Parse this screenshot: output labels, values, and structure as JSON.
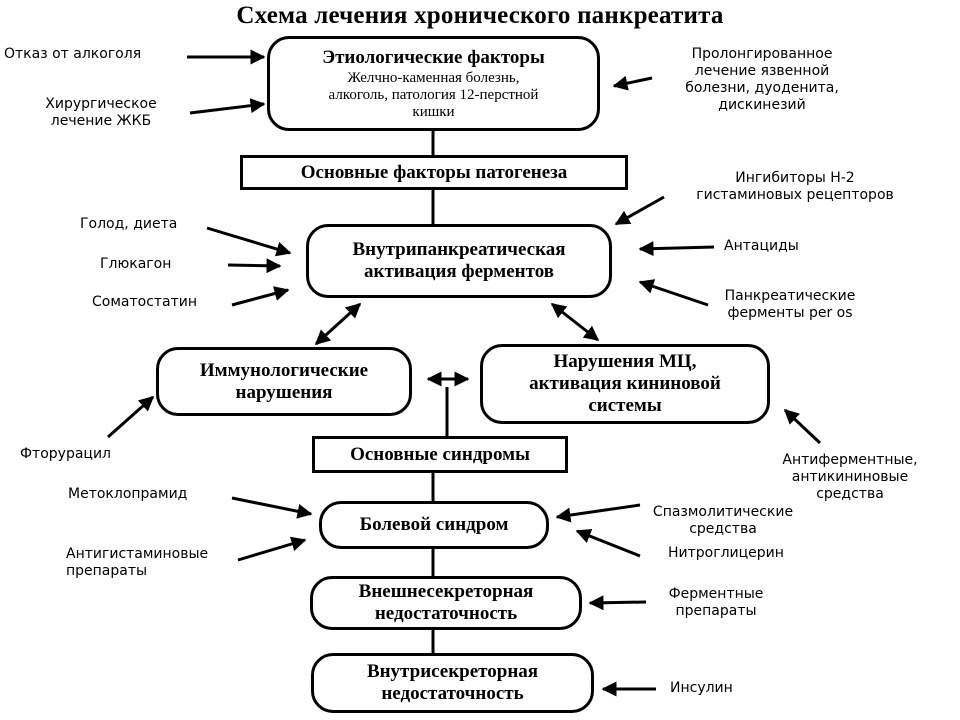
{
  "title": "Схема лечения хронического панкреатита",
  "nodes": {
    "etiology_title": "Этиологические факторы",
    "etiology_text": "Желчно-каменная болезнь,\nалкоголь, патология 12-перстной\nкишки",
    "pathogenesis": "Основные факторы патогенеза",
    "activation": "Внутрипанкреатическая\nактивация ферментов",
    "immuno": "Иммунологические\nнарушения",
    "microcirculation": "Нарушения МЦ,\nактивация кининовой\nсистемы",
    "syndromes": "Основные синдромы",
    "pain": "Болевой синдром",
    "exocrine": "Внешнесекреторная\nнедостаточность",
    "endocrine": "Внутрисекреторная\nнедостаточность"
  },
  "labels": {
    "alcohol_refusal": "Отказ от алкоголя",
    "surgery": "Хирургическое\nлечение ЖКБ",
    "prolonged": "Пролонгированное\nлечение язвенной\nболезни, дуоденита,\nдискинезий",
    "h2": "Ингибиторы Н-2\nгистаминовых рецепторов",
    "hunger": "Голод, диета",
    "glucagon": "Глюкагон",
    "somatostatin": "Соматостатин",
    "antacids": "Антациды",
    "pancreatic_enzymes": "Панкреатические\nферменты per os",
    "fluorouracil": "Фторурацил",
    "antienzyme": "Антиферментные,\nантикининовые\nсредства",
    "metoclopramide": "Метоклопрамид",
    "antihistamine": "Антигистаминовые\nпрепараты",
    "spasmolytic": "Спазмолитические\nсредства",
    "nitroglycerin": "Нитроглицерин",
    "enzyme_preps": "Ферментные\nпрепараты",
    "insulin": "Инсулин"
  }
}
